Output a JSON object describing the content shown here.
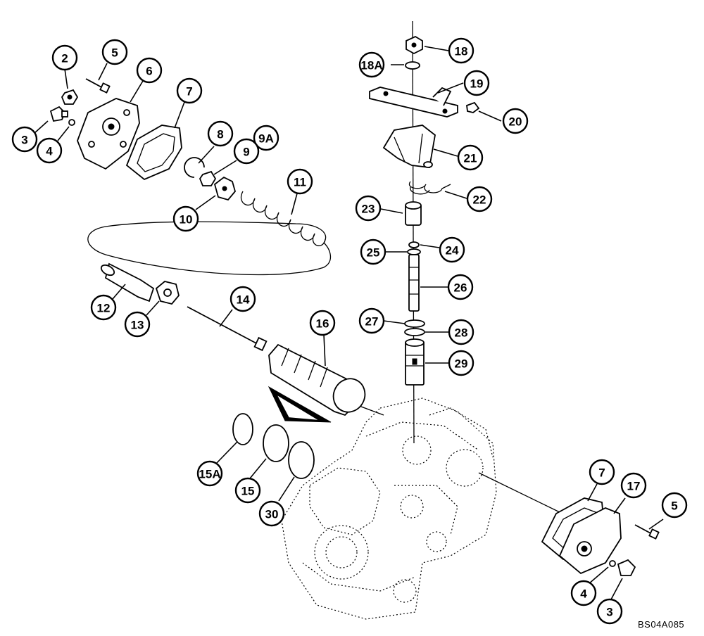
{
  "reference_code": "BS04A085",
  "callouts": {
    "c2": "2",
    "c5a": "5",
    "c6": "6",
    "c3a": "3",
    "c4a": "4",
    "c7a": "7",
    "c8": "8",
    "c9": "9",
    "c9A": "9A",
    "c10": "10",
    "c11": "11",
    "c12": "12",
    "c13": "13",
    "c14": "14",
    "c16": "16",
    "c15A": "15A",
    "c15": "15",
    "c30": "30",
    "c18": "18",
    "c18A": "18A",
    "c19": "19",
    "c20": "20",
    "c21": "21",
    "c22": "22",
    "c23": "23",
    "c24": "24",
    "c25": "25",
    "c26": "26",
    "c27": "27",
    "c28": "28",
    "c29": "29",
    "c7b": "7",
    "c17": "17",
    "c5b": "5",
    "c4b": "4",
    "c3b": "3"
  }
}
